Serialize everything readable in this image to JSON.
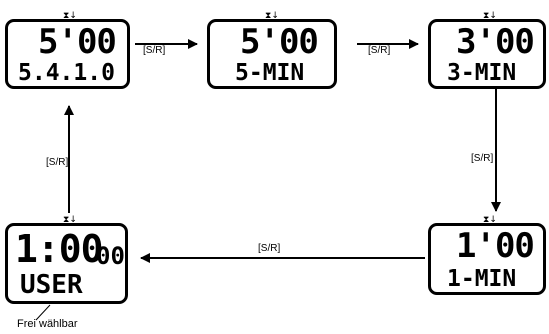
{
  "screens": {
    "s1": {
      "time_main": "5'00",
      "mode": "5.4.1.0"
    },
    "s2": {
      "time_main": "5'00",
      "mode": "5-MIN"
    },
    "s3": {
      "time_main": "3'00",
      "mode": "3-MIN"
    },
    "s4": {
      "time_main": "1'00",
      "mode": "1-MIN"
    },
    "s5": {
      "time_main": "1:00",
      "time_small": "00",
      "mode": "USER"
    }
  },
  "timer_icon_text": "⧗↓",
  "arrows": [
    {
      "label": "[S/R]"
    },
    {
      "label": "[S/R]"
    },
    {
      "label": "[S/R]"
    },
    {
      "label": "[S/R]"
    },
    {
      "label": "[S/R]"
    }
  ],
  "caption": "Frei wählbar"
}
